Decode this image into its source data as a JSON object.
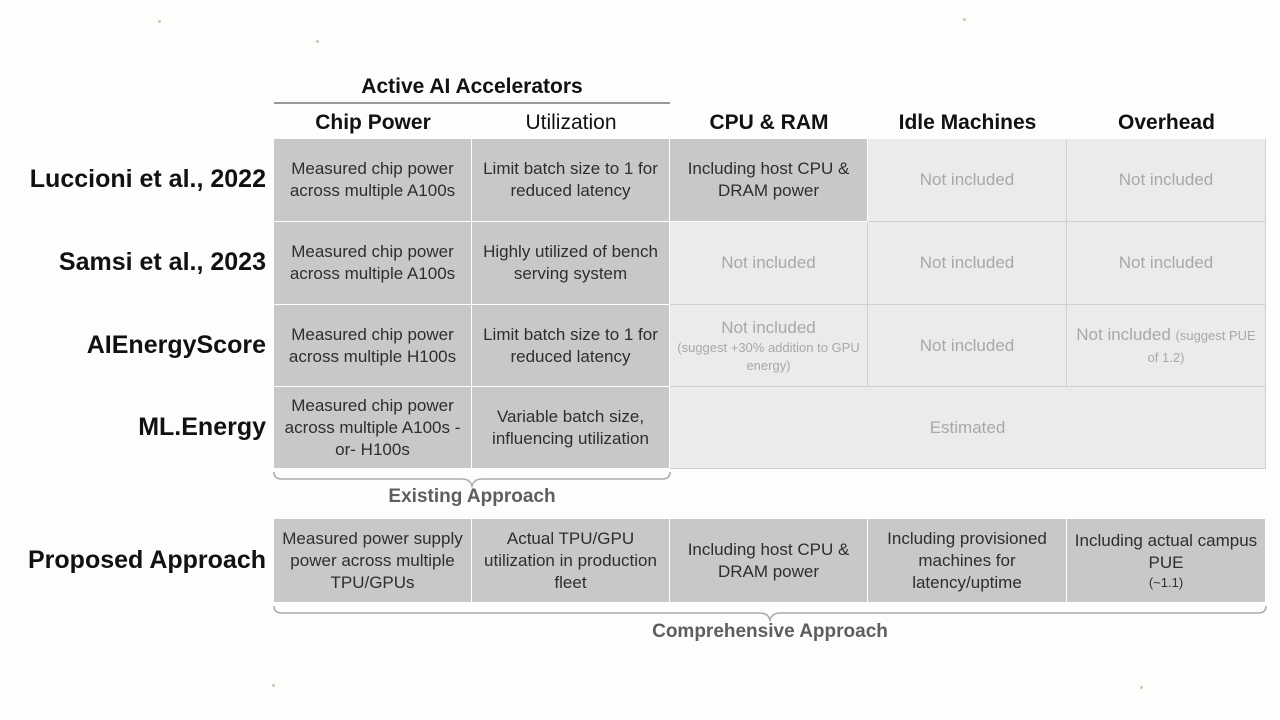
{
  "header": {
    "group_title": "Active AI Accelerators",
    "columns": [
      "Chip Power",
      "Utilization",
      "CPU & RAM",
      "Idle Machines",
      "Overhead"
    ]
  },
  "rows": [
    {
      "label": "Luccioni et al., 2022",
      "cells": [
        "Measured chip power across multiple A100s",
        "Limit batch size to 1 for reduced latency",
        "Including host CPU & DRAM power",
        "Not included",
        "Not included"
      ]
    },
    {
      "label": "Samsi et al., 2023",
      "cells": [
        "Measured chip power across multiple A100s",
        "Highly utilized of bench serving system",
        "Not included",
        "Not included",
        "Not included"
      ]
    },
    {
      "label": "AIEnergyScore",
      "cells": [
        "Measured chip power across multiple H100s",
        "Limit batch size to 1 for reduced latency",
        "Not included",
        "Not included",
        "Not included"
      ],
      "notes": {
        "cpu_ram": "(suggest +30% addition to GPU energy)",
        "overhead": "(suggest PUE of 1.2)"
      }
    },
    {
      "label": "ML.Energy",
      "cells": [
        "Measured chip power across multiple A100s -or- H100s",
        "Variable batch size, influencing utilization",
        "Estimated"
      ]
    }
  ],
  "existing_label": "Existing Approach",
  "proposed": {
    "label": "Proposed Approach",
    "cells": [
      "Measured power supply power across multiple TPU/GPUs",
      "Actual TPU/GPU utilization in production fleet",
      "Including host CPU & DRAM power",
      "Including provisioned machines for latency/uptime",
      "Including actual campus PUE"
    ],
    "overhead_note": "(~1.1)"
  },
  "comprehensive_label": "Comprehensive Approach",
  "colors": {
    "dark_cell": "#c8c8c8",
    "light_cell": "#ebebeb",
    "muted_text": "#a8a8a8"
  }
}
